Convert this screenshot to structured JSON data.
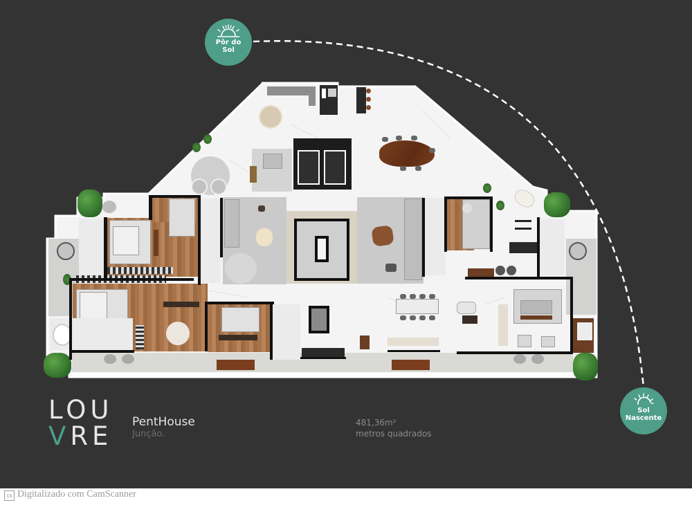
{
  "orientation": {
    "sunset": {
      "label_line1": "Pôr do",
      "label_line2": "Sol",
      "icon": "sunset-icon"
    },
    "sunrise": {
      "label_line1": "Sol",
      "label_line2": "Nascente",
      "icon": "sunrise-icon"
    },
    "sun_path": "dashed-arc"
  },
  "branding": {
    "logo_line1": "LOU",
    "logo_line2_accent": "V",
    "logo_line2_rest": "RE",
    "accent_color": "#4e9e8a"
  },
  "unit": {
    "title": "PentHouse",
    "subtitle": "Junção.",
    "area_value": "481,36m²",
    "area_unit_label": "metros quadrados"
  },
  "watermark": {
    "badge": "cs",
    "text": "Digitalizado com CamScanner"
  },
  "colors": {
    "background": "#333333",
    "floor": "#f2f2f2",
    "wood": "#a9744a",
    "wall": "#111111",
    "greenery": "#3f7f34"
  }
}
